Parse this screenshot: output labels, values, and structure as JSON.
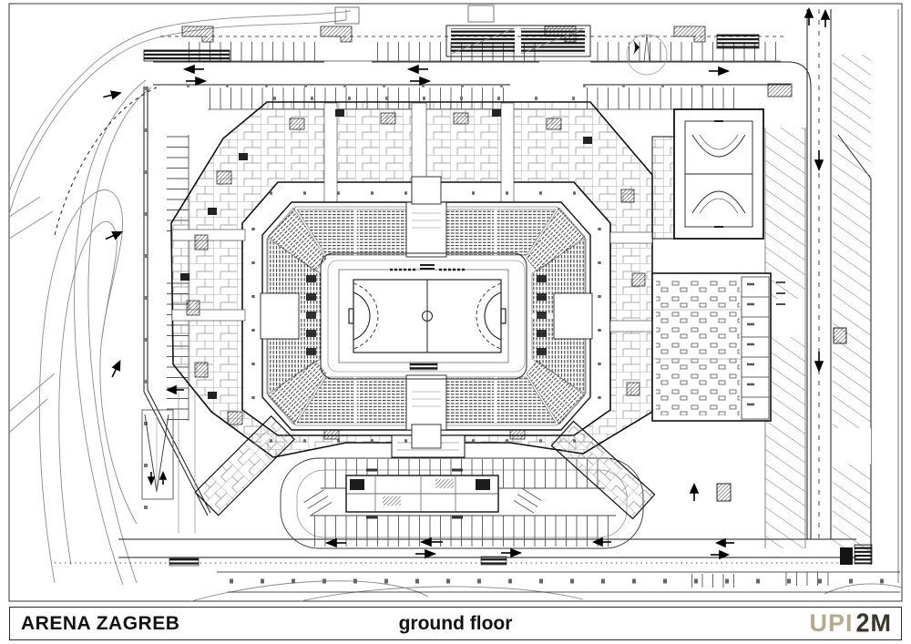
{
  "sheet": {
    "project": "ARENA ZAGREB",
    "drawing_title": "ground floor",
    "logo": {
      "upi": "UPI",
      "two": "2",
      "m": "M"
    },
    "colors": {
      "ink": "#1a1a1a",
      "gray_line": "#777777",
      "paper": "#ffffff",
      "logo_beige": "#b4aa8d",
      "logo_dark": "#3a362b"
    },
    "features": [
      "site-plan",
      "ring-road",
      "north-parking",
      "south-parking-oval",
      "east-angled-parking",
      "arena-building",
      "seating-bowl",
      "handball-court",
      "training-court",
      "office-area",
      "south-pavilion",
      "garage-ramp",
      "bus-stops",
      "traffic-arrows",
      "landscape-contours"
    ]
  }
}
